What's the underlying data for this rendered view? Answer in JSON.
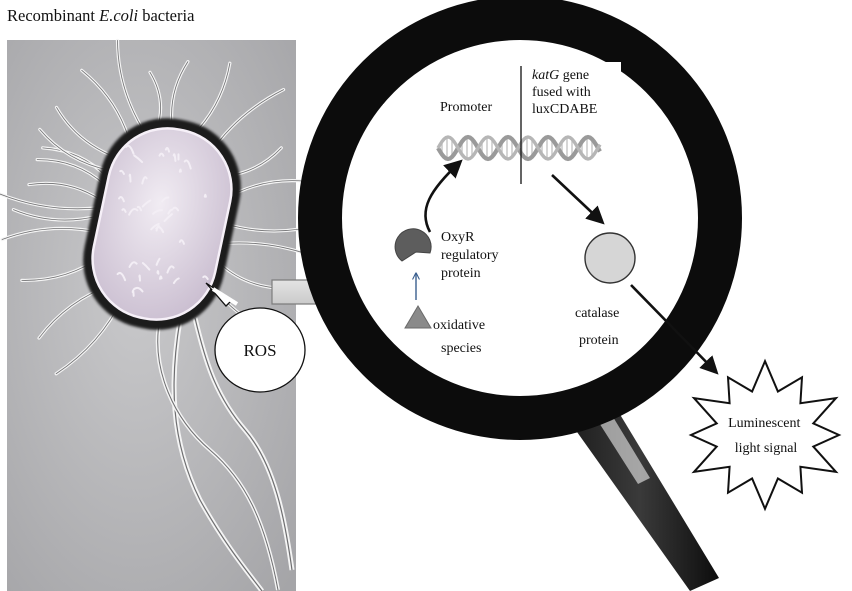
{
  "title": {
    "prefix": "Recombinant ",
    "species": "E.coli",
    "suffix": " bacteria"
  },
  "bubble_label": "ROS",
  "gene_label": {
    "italic": "katG",
    "line1_rest": " gene",
    "line2": "fused with",
    "line3": "luxCDABE"
  },
  "promoter_label": "Promoter",
  "oxyr_label": [
    "OxyR",
    "regulatory",
    "protein"
  ],
  "species_label": [
    "oxidative",
    "species"
  ],
  "catalase_label": [
    "catalase",
    "protein"
  ],
  "signal_label": [
    "Luminescent",
    "light signal"
  ],
  "colors": {
    "photo_bg": "#b9b9bb",
    "cell_body": "#e2dae6",
    "lens_ring": "#0c0c0c",
    "oxyr_protein": "#5d5d5d",
    "oxidative_triangle": "#8a8a8a",
    "catalase_circle": "#d6d6d6",
    "inhibit_arrow": "#3a5f8f",
    "dna_strand": "#9a9a9a"
  }
}
